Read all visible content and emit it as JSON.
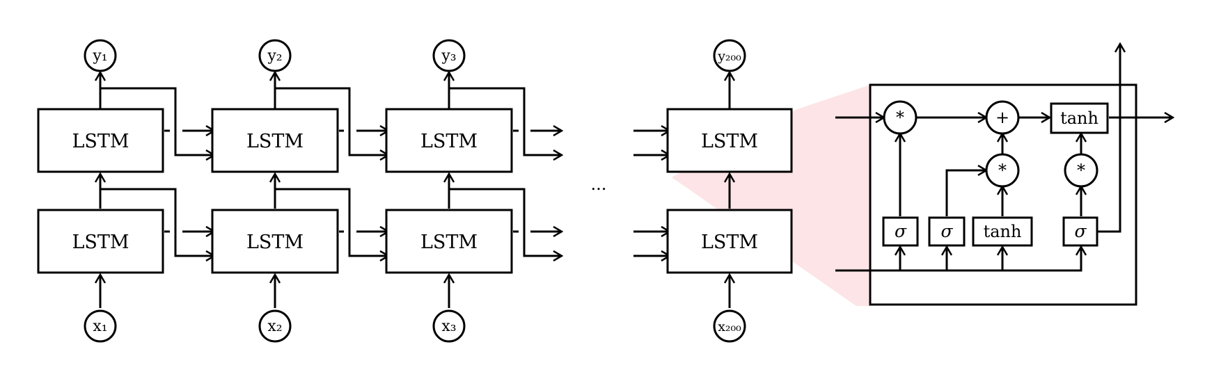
{
  "lstm_label": "LSTM",
  "ellipsis": "...",
  "inputs": [
    "x₁",
    "x₂",
    "x₃",
    "x₂₀₀"
  ],
  "outputs": [
    "y₁",
    "y₂",
    "y₃",
    "y₂₀₀"
  ],
  "cell": {
    "multiply_symbol": "*",
    "add_symbol": "+",
    "tanh_label": "tanh",
    "sigmoid_symbol": "σ"
  },
  "colors": {
    "zoom_highlight": "#fde4e6",
    "line": "#000000"
  }
}
